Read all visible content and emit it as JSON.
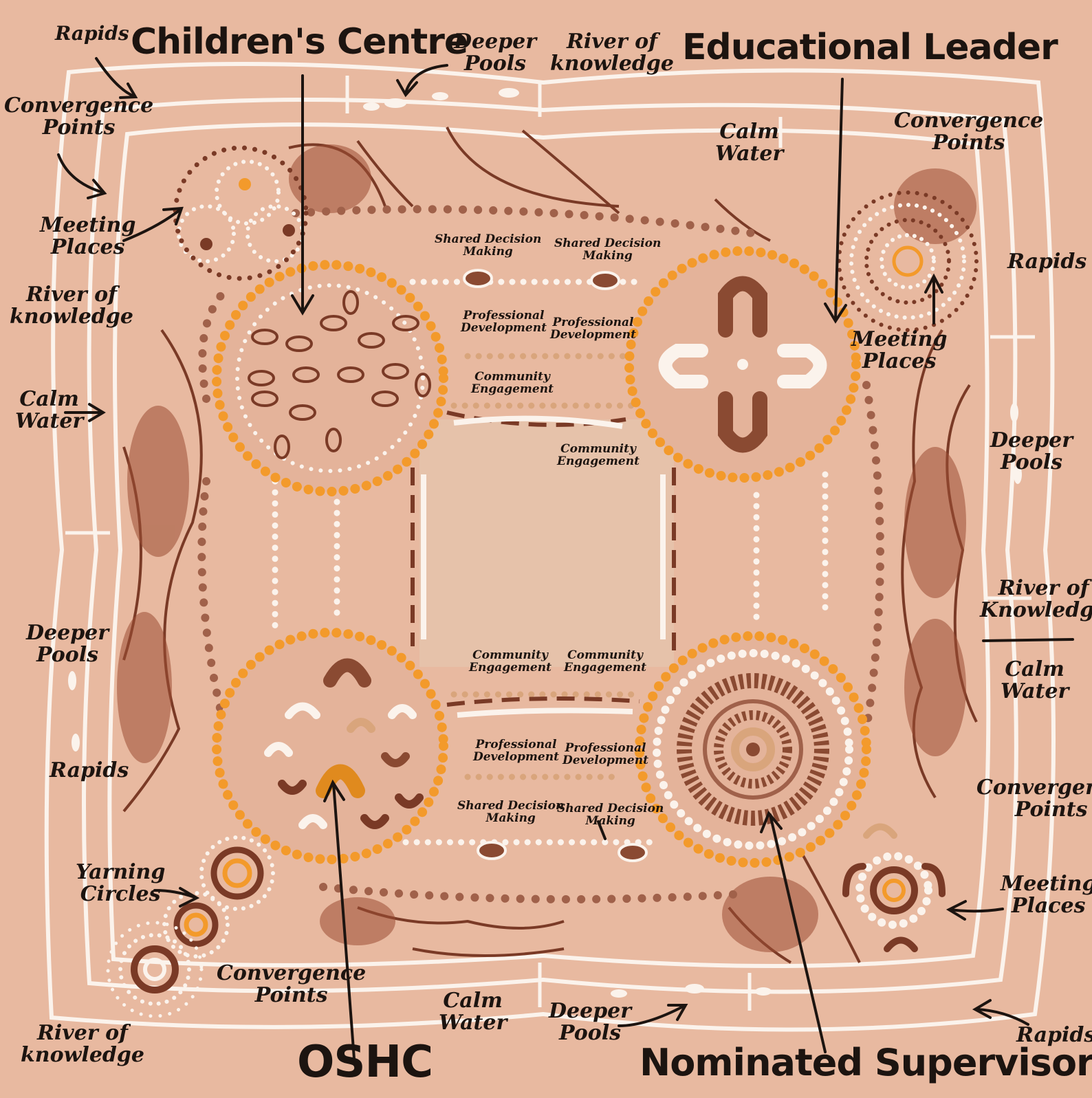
{
  "titles": {
    "childrens_centre": "Children's Centre",
    "educational_leader": "Educational Leader",
    "oshc": "OSHC",
    "nominated_supervisor": "Nominated Supervisor"
  },
  "labels": {
    "rapids_tl": "Rapids",
    "deeper_pools_top": [
      "Deeper",
      "Pools"
    ],
    "river_top": [
      "River of",
      "knowledge"
    ],
    "convergence_tl": [
      "Convergence",
      "Points"
    ],
    "meeting_tl": [
      "Meeting",
      "Places"
    ],
    "river_left": [
      "River of",
      "knowledge"
    ],
    "calm_left": [
      "Calm",
      "Water"
    ],
    "deeper_left": [
      "Deeper",
      "Pools"
    ],
    "rapids_left": "Rapids",
    "yarning": [
      "Yarning",
      "Circles"
    ],
    "convergence_bl": [
      "Convergence",
      "Points"
    ],
    "river_bl": [
      "River of",
      "knowledge"
    ],
    "calm_bottom": [
      "Calm",
      "Water"
    ],
    "deeper_bottom": [
      "Deeper",
      "Pools"
    ],
    "rapids_br": "Rapids",
    "calm_top": [
      "Calm",
      "Water"
    ],
    "convergence_tr": [
      "Convergence",
      "Points"
    ],
    "rapids_right": "Rapids",
    "meeting_right": [
      "Meeting",
      "Places"
    ],
    "deeper_right": [
      "Deeper",
      "Pools"
    ],
    "river_right": [
      "River of",
      "Knowledge"
    ],
    "calm_right": [
      "Calm",
      "Water"
    ],
    "convergence_right": [
      "Convergence",
      "Points"
    ],
    "meeting_br": [
      "Meeting",
      "Places"
    ]
  },
  "inner": {
    "sdm": [
      "Shared Decision",
      "Making"
    ],
    "pd": [
      "Professional",
      "Development"
    ],
    "ce": [
      "Community",
      "Engagement"
    ]
  },
  "colors": {
    "canvas": "#e8b9a0",
    "orange": "#f39a2b",
    "brown": "#7a3a26",
    "white": "#fbf3ec",
    "tan": "#d9a57c"
  }
}
